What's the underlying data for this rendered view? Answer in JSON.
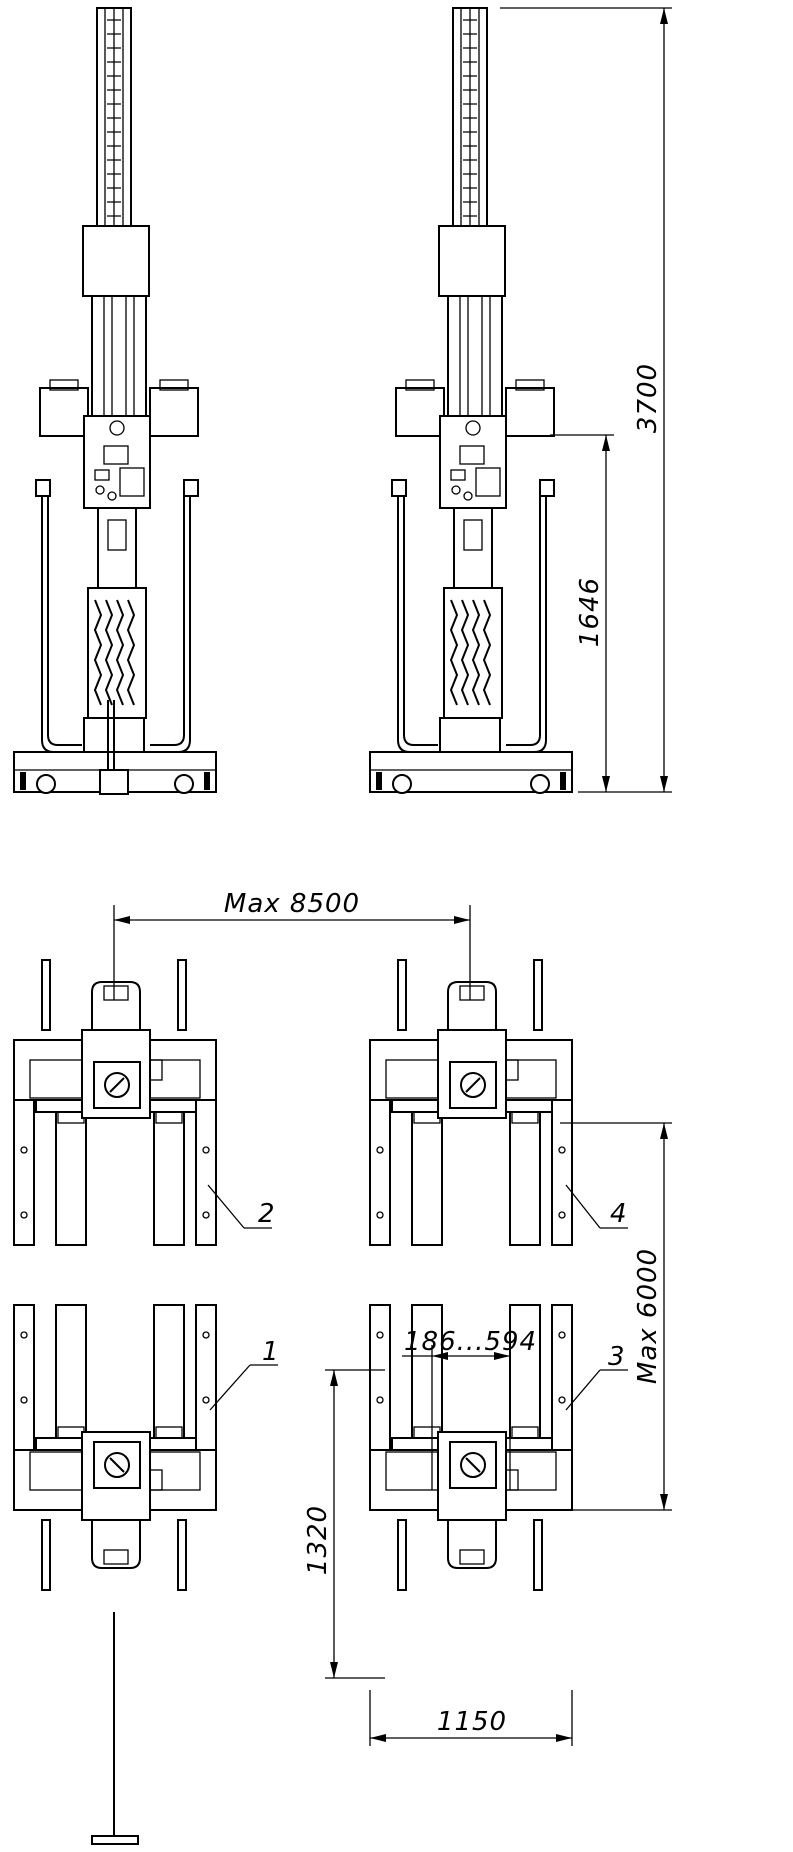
{
  "dimensions": {
    "total_height": "3700",
    "arm_height": "1646",
    "max_spacing_horizontal": "Max  8500",
    "max_spacing_vertical": "Max  6000",
    "adjust_range": "186...594",
    "length": "1320",
    "width": "1150"
  },
  "callouts": {
    "unit_1": "1",
    "unit_2": "2",
    "unit_3": "3",
    "unit_4": "4"
  }
}
